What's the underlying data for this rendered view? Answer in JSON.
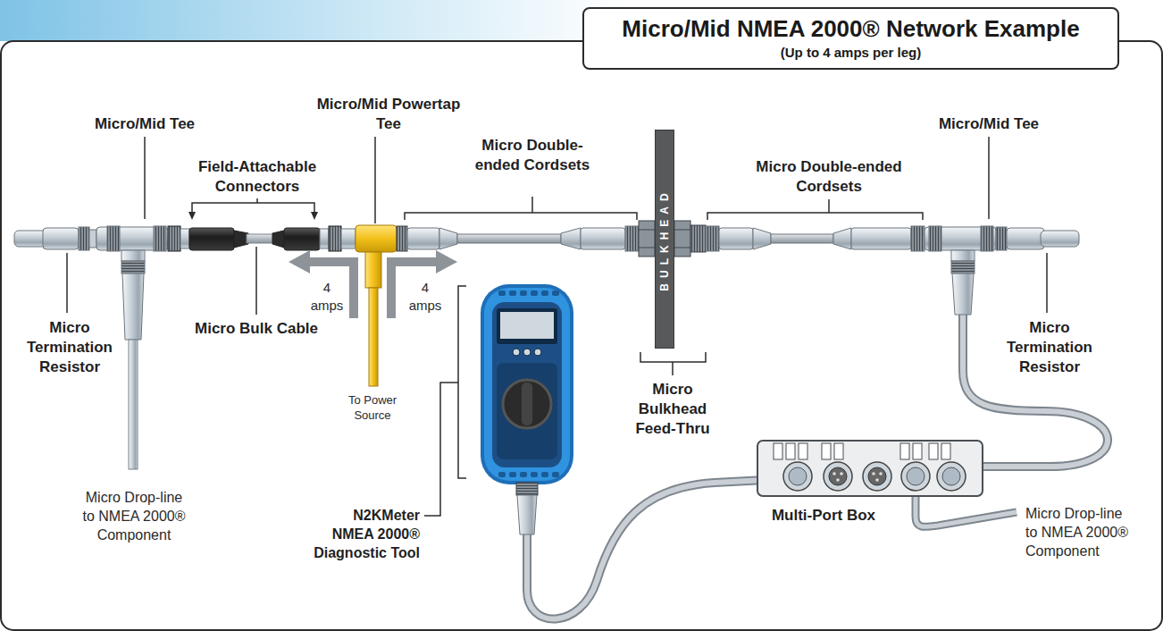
{
  "diagram": {
    "title": "Micro/Mid NMEA 2000® Network Example",
    "nodes": [
      {
        "text": [
          "BULKHEAD"
        ]
      }
    ],
    "labels": [
      "(Up to 4 amps per leg)",
      "Micro/Mid Tee",
      "Micro/Mid Powertap Tee",
      "Micro Double-ended Cordsets",
      "Micro/Mid Tee",
      "Field-Attachable Connectors",
      "Micro Double-ended Cordsets",
      "4 amps",
      "4 amps",
      "Micro Termination Resistor",
      "Micro Bulk Cable",
      "Micro Termination Resistor",
      "Micro Bulkhead Feed-Thru",
      "To Power Source",
      "Micro Drop-line to NMEA 2000® Component",
      "Multi-Port Box",
      "Micro Drop-line to NMEA 2000® Component",
      "N2KMeter NMEA 2000® Diagnostic Tool"
    ]
  }
}
